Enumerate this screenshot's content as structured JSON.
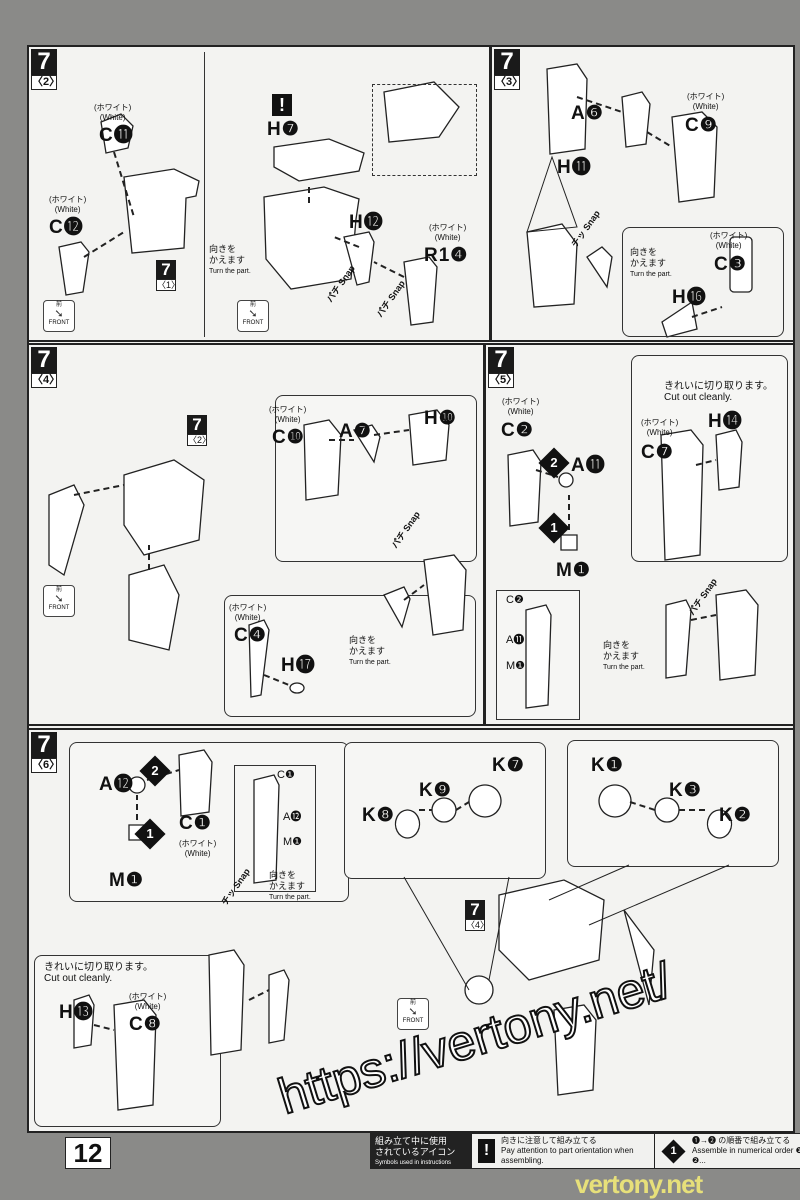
{
  "page_number": "12",
  "watermark": "https://vertony.net/",
  "brand": "vertony.net",
  "common": {
    "white_ja": "(ホワイト)",
    "white_en": "(White)",
    "turn_ja": "向きを\nかえます",
    "turn_en": "Turn the part.",
    "snap_ja": "パチ",
    "snap_en": "Snap",
    "front_ja": "前",
    "front_en": "FRONT",
    "cut_ja": "きれいに切り取ります。",
    "cut_en": "Cut out cleanly."
  },
  "panels": {
    "p2": {
      "step": "7",
      "sub": "〈2〉",
      "ref_step": "7",
      "ref_sub": "〈1〉",
      "parts": [
        "C⓫",
        "C⓬",
        "H❼",
        "H⓬",
        "R1❹"
      ],
      "alert": "!"
    },
    "p3": {
      "step": "7",
      "sub": "〈3〉",
      "parts": [
        "A❻",
        "C❾",
        "H⓫",
        "C❸",
        "H⓰"
      ],
      "snap_ja": "チッ"
    },
    "p4": {
      "step": "7",
      "sub": "〈4〉",
      "ref_step": "7",
      "ref_sub": "〈2〉",
      "parts": [
        "C❿",
        "A❼",
        "H❿",
        "C❹",
        "H⓱"
      ]
    },
    "p5": {
      "step": "7",
      "sub": "〈5〉",
      "parts": [
        "C❷",
        "A⓫",
        "M❶",
        "C❼",
        "H⓮"
      ],
      "order": [
        "1",
        "2"
      ],
      "inset": [
        "C❷",
        "A⓫",
        "M❶"
      ]
    },
    "p6": {
      "step": "7",
      "sub": "〈6〉",
      "parts": [
        "A⓬",
        "C❶",
        "M❶",
        "H⓭",
        "C❽"
      ],
      "order": [
        "1",
        "2"
      ],
      "inset": [
        "C❶",
        "A⓬",
        "M❶"
      ],
      "snap_ja": "チッ",
      "k_left": [
        "K❽",
        "K❾",
        "K❼"
      ],
      "k_right": [
        "K❶",
        "K❸",
        "K❷"
      ],
      "ref_step": "7",
      "ref_sub": "〈4〉"
    }
  },
  "legend": {
    "title_ja": "組み立て中に使用\nされているアイコン",
    "title_en": "Symbols used in instructions",
    "excl_icon": "!",
    "excl_ja": "向きに注意して組み立てる",
    "excl_en": "Pay attention to part orientation when assembling.",
    "order_icon": "1",
    "order_ja": "❶→❷ の順番で組み立てる",
    "order_en": "Assemble in numerical order ❶, ❷..."
  }
}
